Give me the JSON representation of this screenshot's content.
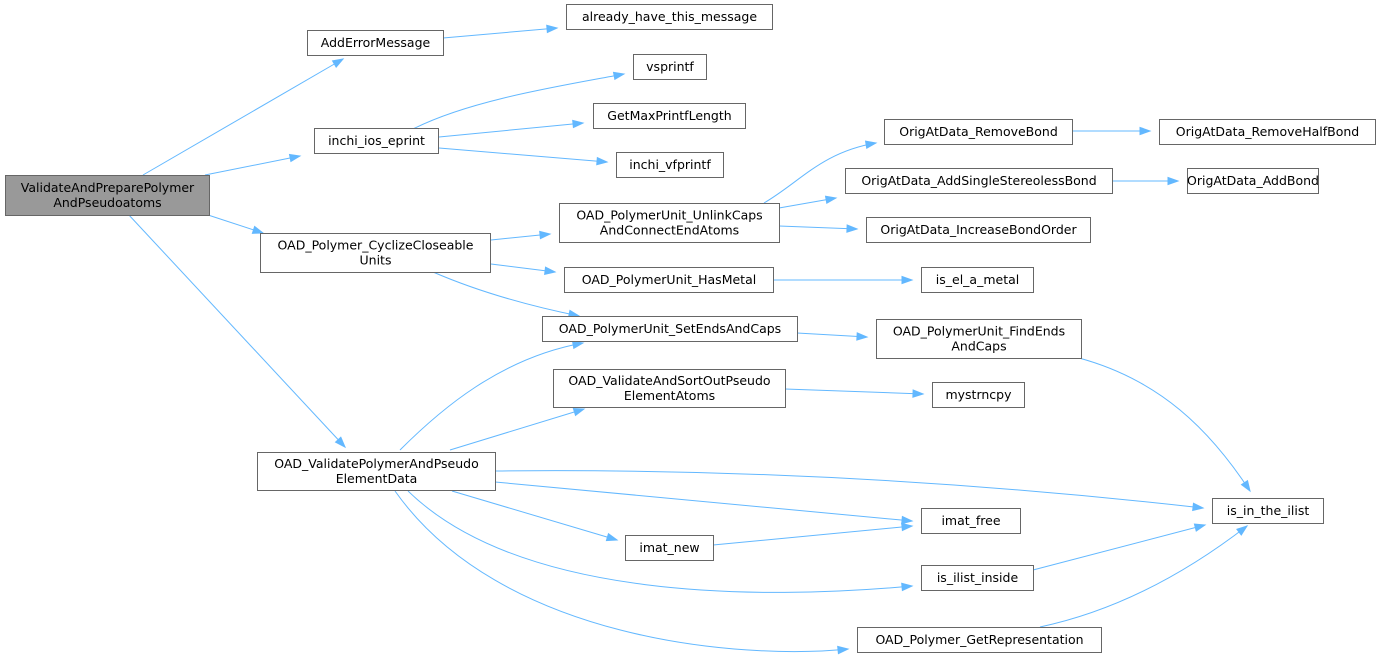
{
  "graph": {
    "colors": {
      "edge": "#63b8ff",
      "node_border": "#666666",
      "root_fill": "#999999",
      "node_fill": "#ffffff"
    },
    "nodes": [
      {
        "id": "root",
        "lines": [
          "ValidateAndPreparePolymer",
          "AndPseudoatoms"
        ],
        "root": true
      },
      {
        "id": "adderr",
        "lines": [
          "AddErrorMessage"
        ]
      },
      {
        "id": "already",
        "lines": [
          "already_have_this_message"
        ]
      },
      {
        "id": "vsprintf",
        "lines": [
          "vsprintf"
        ]
      },
      {
        "id": "eprint",
        "lines": [
          "inchi_ios_eprint"
        ]
      },
      {
        "id": "getmax",
        "lines": [
          "GetMaxPrintfLength"
        ]
      },
      {
        "id": "vfprintf",
        "lines": [
          "inchi_vfprintf"
        ]
      },
      {
        "id": "cyclize",
        "lines": [
          "OAD_Polymer_CyclizeCloseable",
          "Units"
        ]
      },
      {
        "id": "unlink",
        "lines": [
          "OAD_PolymerUnit_UnlinkCaps",
          "AndConnectEndAtoms"
        ]
      },
      {
        "id": "removebond",
        "lines": [
          "OrigAtData_RemoveBond"
        ]
      },
      {
        "id": "removehalf",
        "lines": [
          "OrigAtData_RemoveHalfBond"
        ]
      },
      {
        "id": "addsingle",
        "lines": [
          "OrigAtData_AddSingleStereolessBond"
        ]
      },
      {
        "id": "addbond",
        "lines": [
          "OrigAtData_AddBond"
        ]
      },
      {
        "id": "increase",
        "lines": [
          "OrigAtData_IncreaseBondOrder"
        ]
      },
      {
        "id": "hasmetal",
        "lines": [
          "OAD_PolymerUnit_HasMetal"
        ]
      },
      {
        "id": "iselmetal",
        "lines": [
          "is_el_a_metal"
        ]
      },
      {
        "id": "setends",
        "lines": [
          "OAD_PolymerUnit_SetEndsAndCaps"
        ]
      },
      {
        "id": "findends",
        "lines": [
          "OAD_PolymerUnit_FindEnds",
          "AndCaps"
        ]
      },
      {
        "id": "validatesort",
        "lines": [
          "OAD_ValidateAndSortOutPseudo",
          "ElementAtoms"
        ]
      },
      {
        "id": "mystrncpy",
        "lines": [
          "mystrncpy"
        ]
      },
      {
        "id": "validatepoly",
        "lines": [
          "OAD_ValidatePolymerAndPseudo",
          "ElementData"
        ]
      },
      {
        "id": "isinilist",
        "lines": [
          "is_in_the_ilist"
        ]
      },
      {
        "id": "imatfree",
        "lines": [
          "imat_free"
        ]
      },
      {
        "id": "imatnew",
        "lines": [
          "imat_new"
        ]
      },
      {
        "id": "isilistinside",
        "lines": [
          "is_ilist_inside"
        ]
      },
      {
        "id": "getrepr",
        "lines": [
          "OAD_Polymer_GetRepresentation"
        ]
      }
    ],
    "edges": [
      [
        "root",
        "adderr"
      ],
      [
        "root",
        "eprint"
      ],
      [
        "root",
        "cyclize"
      ],
      [
        "root",
        "validatepoly"
      ],
      [
        "adderr",
        "already"
      ],
      [
        "eprint",
        "vsprintf"
      ],
      [
        "eprint",
        "getmax"
      ],
      [
        "eprint",
        "vfprintf"
      ],
      [
        "cyclize",
        "unlink"
      ],
      [
        "cyclize",
        "hasmetal"
      ],
      [
        "cyclize",
        "setends"
      ],
      [
        "unlink",
        "removebond"
      ],
      [
        "unlink",
        "addsingle"
      ],
      [
        "unlink",
        "increase"
      ],
      [
        "removebond",
        "removehalf"
      ],
      [
        "addsingle",
        "addbond"
      ],
      [
        "hasmetal",
        "iselmetal"
      ],
      [
        "setends",
        "findends"
      ],
      [
        "findends",
        "isinilist"
      ],
      [
        "validatesort",
        "mystrncpy"
      ],
      [
        "validatepoly",
        "setends"
      ],
      [
        "validatepoly",
        "validatesort"
      ],
      [
        "validatepoly",
        "isinilist"
      ],
      [
        "validatepoly",
        "imatfree"
      ],
      [
        "validatepoly",
        "imatnew"
      ],
      [
        "validatepoly",
        "isilistinside"
      ],
      [
        "validatepoly",
        "getrepr"
      ],
      [
        "imatnew",
        "imatfree"
      ],
      [
        "isilistinside",
        "isinilist"
      ],
      [
        "getrepr",
        "isinilist"
      ]
    ]
  }
}
